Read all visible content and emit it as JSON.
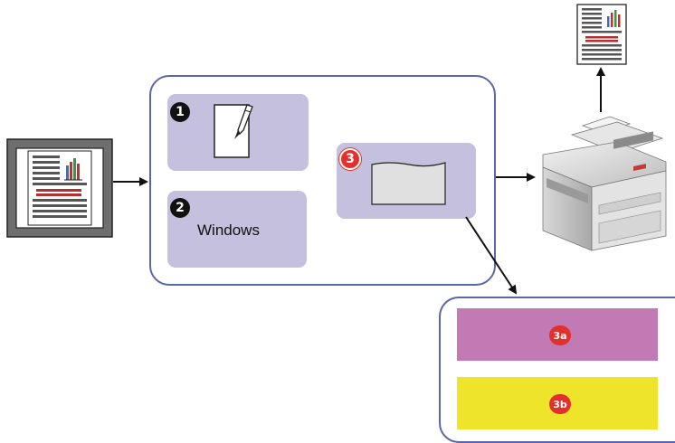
{
  "steps": {
    "step1": {
      "badge": "1"
    },
    "step2": {
      "badge": "2",
      "label": "Windows"
    },
    "step3": {
      "badge": "3"
    },
    "step3a": {
      "badge": "3a",
      "color": "#c27ab4"
    },
    "step3b": {
      "badge": "3b",
      "color": "#eee52a"
    }
  },
  "icons": {
    "source": "monitor-document-icon",
    "app": "pencil-paper-icon",
    "driver_window": "window-icon",
    "printer": "printer-icon",
    "output": "printed-document-icon"
  },
  "colors": {
    "panel": "#c4c0dd",
    "outline": "#5b67a6",
    "badge_red": "#e2312c",
    "badge_black": "#111111"
  }
}
